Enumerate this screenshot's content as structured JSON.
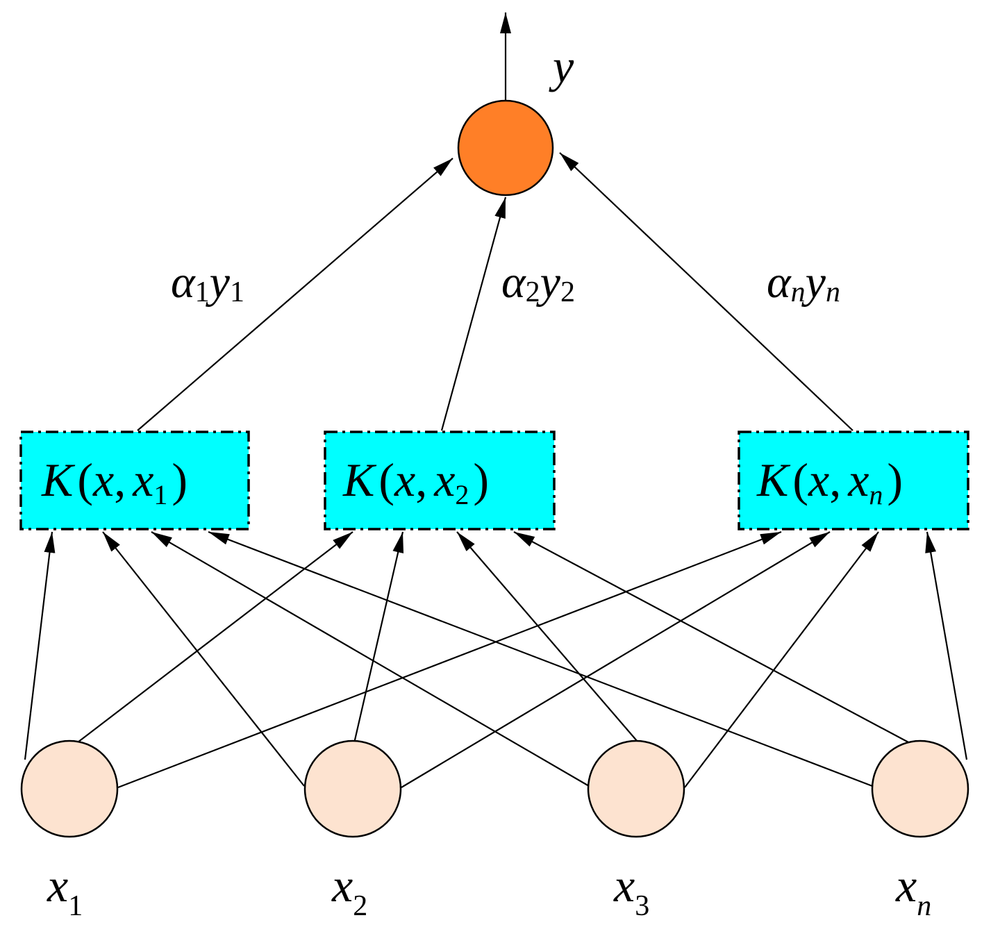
{
  "diagram": {
    "output_label": {
      "main": "y",
      "sub": ""
    },
    "output_node_color": "#FF7F27",
    "input_node_color": "#FDE3D0",
    "kernel_box_color": "#00FFFF",
    "weights": [
      {
        "alpha": "α",
        "alpha_sub": "1",
        "y": "y",
        "y_sub": "1"
      },
      {
        "alpha": "α",
        "alpha_sub": "2",
        "y": "y",
        "y_sub": "2"
      },
      {
        "alpha": "α",
        "alpha_sub": "n",
        "y": "y",
        "y_sub": "n"
      }
    ],
    "kernels": [
      {
        "K": "K",
        "open": "(",
        "x": "x",
        "comma": ",",
        "xi": "x",
        "sub": "1",
        "close": ")"
      },
      {
        "K": "K",
        "open": "(",
        "x": "x",
        "comma": ",",
        "xi": "x",
        "sub": "2",
        "close": ")"
      },
      {
        "K": "K",
        "open": "(",
        "x": "x",
        "comma": ",",
        "xi": "x",
        "sub": "n",
        "close": ")"
      }
    ],
    "inputs": [
      {
        "main": "x",
        "sub": "1"
      },
      {
        "main": "x",
        "sub": "2"
      },
      {
        "main": "x",
        "sub": "3"
      },
      {
        "main": "x",
        "sub": "n"
      }
    ]
  }
}
